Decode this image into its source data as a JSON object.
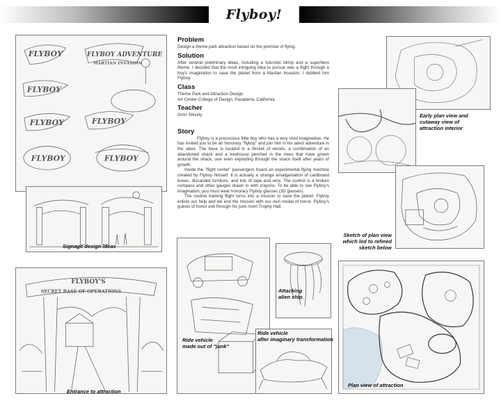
{
  "page": {
    "title": "Flyboy!"
  },
  "sections": {
    "problem": {
      "heading": "Problem",
      "text": "Design a theme park attraction based on the premise of flying."
    },
    "solution": {
      "heading": "Solution",
      "text": "After several preliminary ideas, including a futuristic blimp and a superhero theme, I decided that the most intriguing idea to pursue was a flight through a boy's imagination to save the planet from a Martian invasion. I dubbed him Flyboy."
    },
    "class": {
      "heading": "Class",
      "line1": "Theme Park and Attraction Design",
      "line2": "Art Center College of Design, Pasadena, California"
    },
    "teacher": {
      "heading": "Teacher",
      "text": "Orrin Shively"
    },
    "story": {
      "heading": "Story",
      "p1": "Flyboy is a precocious little boy who has a very vivid imagination. He has invited you to be an honorary \"flyboy\" and join him in his latest adventure in the skies. The base is located in a thicket of woods, a combination of an abandoned shack and a treehouse perched in the trees that have grown around the shack, one even exploding through the shack itself after years of growth.",
      "p2": "Inside the \"flight center\" passengers board an experimental flying machine created by Flyboy himself. It is actually a strange amalgamation of cardboard boxes, discarded furniture, and lots of tape and wire. The control is a broken compass and other gauges drawn in with crayons. To be able to see Flyboy's imagination, you must wear honorary Flyboy glasses (3D glasses).",
      "p3": "The routine training flight turns into a mission to save the planet. Flyboy enlists our help and we end the mission with our own medal of honor. Flyboy's guests of honor exit through his junk room Trophy Hall."
    }
  },
  "captions": {
    "signage": "Signage design ideas",
    "entrance": "Entrance to attraction",
    "ride_junk_1": "Ride vehicle",
    "ride_junk_2": "made out of \"junk\"",
    "alien_1": "Attacking",
    "alien_2": "alien ship",
    "ride_transform_1": "Ride vehicle",
    "ride_transform_2": "after imaginary transformation",
    "early_plan_1": "Early plan view and",
    "early_plan_2": "cutaway view of",
    "early_plan_3": "attraction interior",
    "sketch_plan_1": "Sketch of plan view",
    "sketch_plan_2": "which led to refined",
    "sketch_plan_3": "sketch below",
    "plan_view": "Plan view of attraction"
  },
  "sketch_lettering": {
    "logo_main": "FLYBOY",
    "logo_adventure": "FLYBOY ADVENTURE",
    "martian": "MARTIAN INVASION",
    "entrance_sign_1": "FLYBOY'S",
    "entrance_sign_2": "SECRET BASE OF OPERATIONS"
  },
  "colors": {
    "frame_border": "#7a7a7a",
    "sketch_bg": "#f6f6f4",
    "pencil": "#555555",
    "water_blue": "#9bb9d8"
  }
}
